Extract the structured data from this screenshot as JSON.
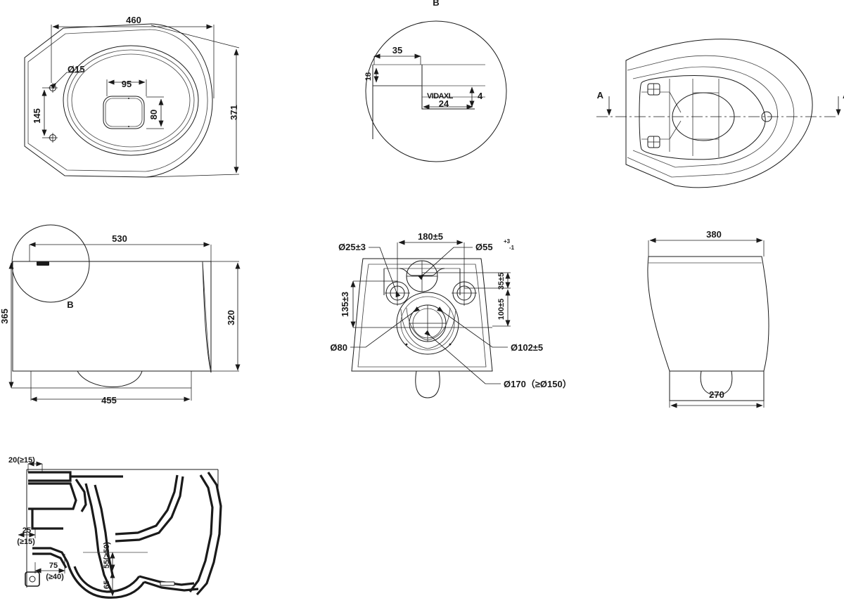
{
  "drawing": {
    "title": "Wall-hung toilet technical dimension drawing",
    "background_color": "#ffffff",
    "line_color": "#1a1a1a",
    "units": "mm"
  },
  "views": [
    {
      "id": "top-left",
      "name": "seat-plan-view",
      "labels": {
        "width": "460",
        "height": "371",
        "hole_dia": "Ø15",
        "hole_spacing": "145",
        "inner_width": "95",
        "inner_height": "80"
      }
    },
    {
      "id": "top-middle",
      "name": "detail-b-view",
      "labels": {
        "detail_tag": "B",
        "horizontal": "35",
        "vertical": "18",
        "inner_horizontal": "24",
        "edge_thickness": "4",
        "brand_logo": "VIDAXL"
      }
    },
    {
      "id": "top-right",
      "name": "bowl-plan-view",
      "labels": {
        "section_left": "A",
        "section_right": "A"
      }
    },
    {
      "id": "mid-left",
      "name": "side-elevation-view",
      "labels": {
        "overall_length": "530",
        "overall_height": "365",
        "body_height": "320",
        "body_length": "455",
        "detail_tag": "B"
      }
    },
    {
      "id": "mid-middle",
      "name": "rear-connection-view",
      "labels": {
        "bolt_hole_dia": "Ø25±3",
        "bolt_spacing": "180±5",
        "water_inlet_dia": "Ø55",
        "water_inlet_tol_upper": "+3",
        "water_inlet_tol_lower": "-1",
        "vertical_135": "135±3",
        "vertical_35": "35±5",
        "vertical_100": "100±5",
        "outlet_inner_dia": "Ø80",
        "outlet_outer_dia": "Ø102±5",
        "rear_opening": "Ø170（≥Ø150）"
      }
    },
    {
      "id": "mid-right",
      "name": "front-elevation-view",
      "labels": {
        "width": "380",
        "base_width": "270"
      }
    },
    {
      "id": "bottom-left",
      "name": "section-a-a-view",
      "labels": {
        "top_thickness": "20(≥15)",
        "wall_thickness": "25",
        "wall_thickness_min": "(≥15)",
        "base_depth": "75",
        "base_depth_min": "(≥40)",
        "water_seal": "55(≥50)",
        "trap_depth": "65"
      }
    }
  ]
}
